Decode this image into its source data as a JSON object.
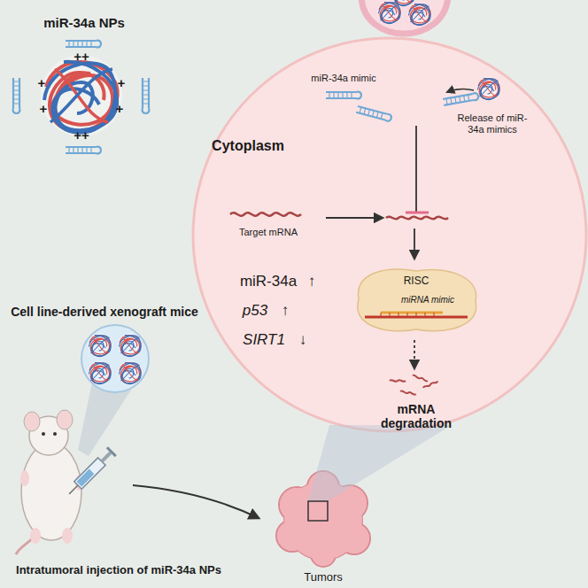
{
  "diagram": {
    "nodes": [
      {
        "text": [
          "Cytoplasm"
        ]
      },
      {
        "text": [
          "RISC",
          "miRNA mimic"
        ],
        "in": 0
      },
      {
        "text": [
          "Tumors"
        ]
      }
    ],
    "labels": [
      "miR-34a NPs",
      "++",
      "++",
      "+",
      "+",
      "+",
      "+",
      "Cell line-derived xenograft mice",
      "Intratumoral injection of miR-34a NPs",
      "miR-34a mimic",
      "Release of miR-34a mimics",
      "Target mRNA",
      "miR-34a",
      "↑",
      "p53",
      "↑",
      "SIRT1",
      "↓",
      "mRNA degradation"
    ]
  }
}
